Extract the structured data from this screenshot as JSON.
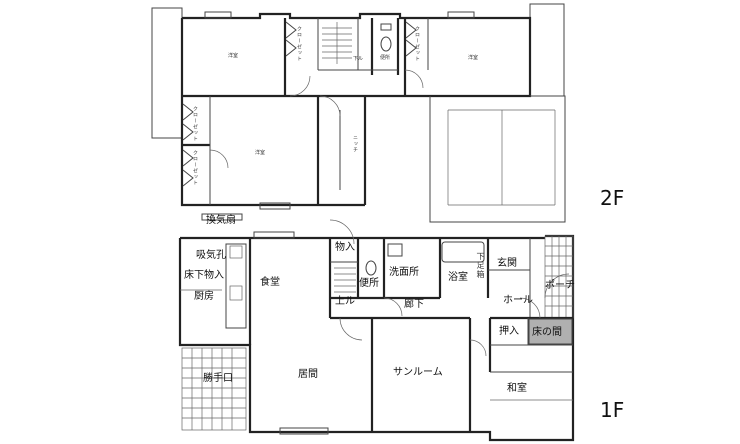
{
  "floors": {
    "upper": {
      "label": "2F"
    },
    "lower": {
      "label": "1F"
    }
  },
  "rooms_1f": {
    "vent_fan": "換気扇",
    "intake": "吸気孔",
    "underfloor_storage": "床下物入",
    "kitchen": "厨房",
    "dining": "食堂",
    "storage": "物入",
    "up": "上ル",
    "toilet": "便所",
    "washroom": "洗面所",
    "bath": "浴室",
    "shoe_cabinet": "下足箱",
    "entrance": "玄関",
    "porch": "ポーチ",
    "corridor": "廊下",
    "hall": "ホール",
    "closet": "押入",
    "tokonoma": "床の間",
    "back_door": "勝手口",
    "living": "居間",
    "sunroom": "サンルーム",
    "japanese_room": "和室"
  },
  "rooms_2f": {
    "western_room": "洋室",
    "closet": "クローゼット",
    "down": "下ル",
    "toilet_small": "便所",
    "walk_in": "ニッチ"
  }
}
